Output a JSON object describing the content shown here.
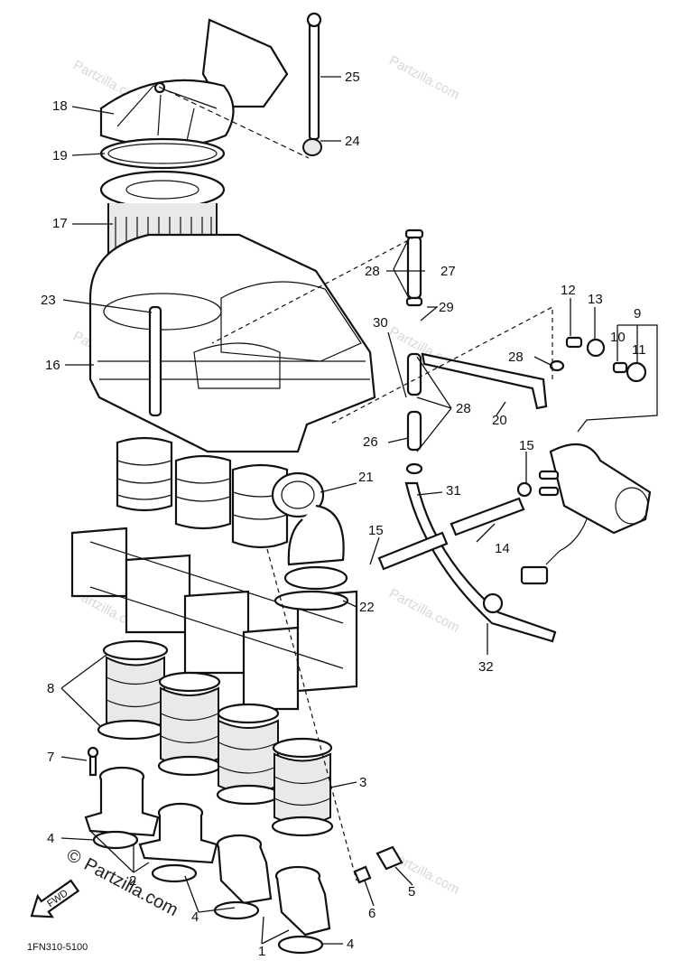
{
  "diagram_code": "1FN310-5100",
  "watermark": "Partzilla.com",
  "watermark_symbol": "©",
  "fwd_label": "FWD",
  "callouts": {
    "c1": "1",
    "c2": "2",
    "c3": "3",
    "c4a": "4",
    "c4b": "4",
    "c4c": "4",
    "c5": "5",
    "c6": "6",
    "c7": "7",
    "c8": "8",
    "c9": "9",
    "c10": "10",
    "c11": "11",
    "c12": "12",
    "c13": "13",
    "c14": "14",
    "c15a": "15",
    "c15b": "15",
    "c16": "16",
    "c17": "17",
    "c18": "18",
    "c19": "19",
    "c20": "20",
    "c21": "21",
    "c22": "22",
    "c23": "23",
    "c24": "24",
    "c25": "25",
    "c26": "26",
    "c27": "27",
    "c28a": "28",
    "c28b": "28",
    "c28c": "28",
    "c29": "29",
    "c30": "30",
    "c31": "31",
    "c32": "32"
  }
}
